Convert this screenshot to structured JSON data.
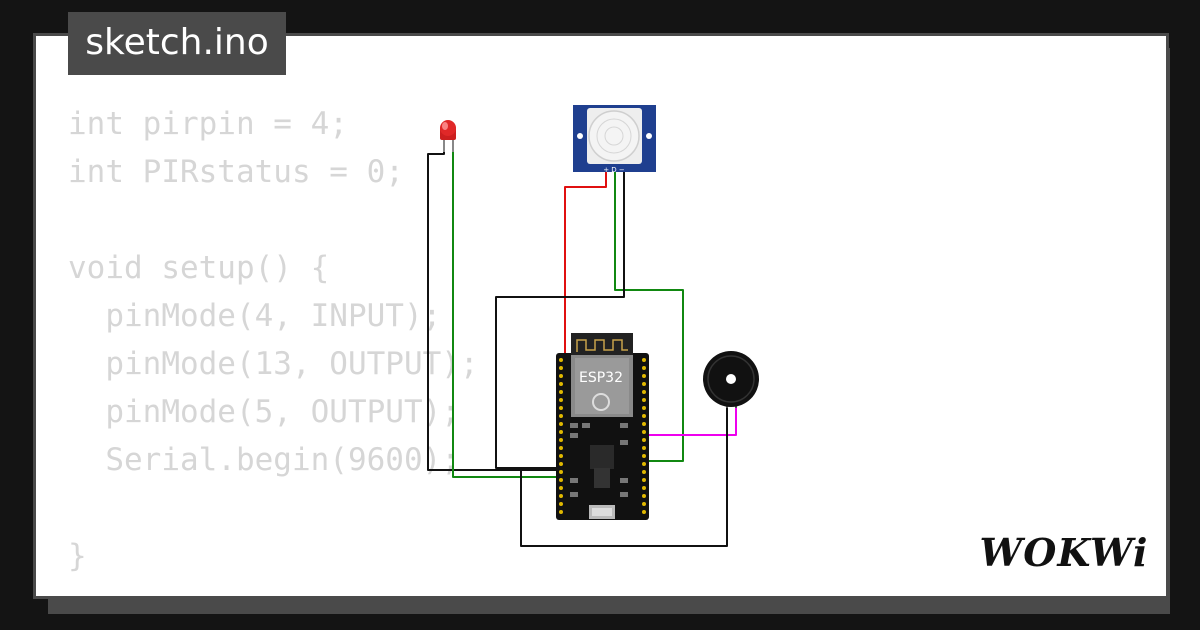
{
  "tab": {
    "filename": "sketch.ino"
  },
  "code": {
    "lines": [
      "int pirpin = 4;",
      "int PIRstatus = 0;",
      "",
      "void setup() {",
      "  pinMode(4, INPUT);",
      "  pinMode(13, OUTPUT);",
      "  pinMode(5, OUTPUT);",
      "  Serial.begin(9600);",
      "",
      "}"
    ]
  },
  "circuit": {
    "board_label": "ESP32",
    "pir_pin_labels": "+ D −",
    "components": [
      "led-red",
      "pir-motion-sensor",
      "esp32-devkit",
      "piezo-buzzer"
    ],
    "wire_colors": {
      "power": "#e01010",
      "signal": "#118811",
      "ground": "#111111",
      "buzzer": "#ee00ee"
    }
  },
  "logo": {
    "text": "WOKWi"
  },
  "colors": {
    "background": "#141414",
    "frame": "#4a4a4a",
    "code_text": "#d6d6d6",
    "pir_board": "#1f3f8f"
  }
}
